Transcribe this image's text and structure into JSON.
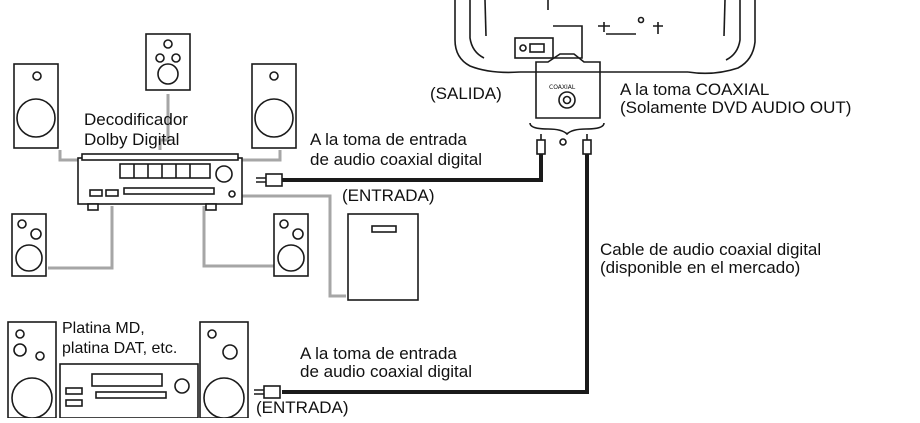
{
  "labels": {
    "salida": "(SALIDA)",
    "coaxial_port": "COAXIAL",
    "coaxial_jack_l1": "A la toma COAXIAL",
    "coaxial_jack_l2": "(Solamente DVD AUDIO OUT)",
    "decoder_l1": "Decodificador",
    "decoder_l2": "Dolby Digital",
    "input_jack_1_l1": "A la toma de entrada",
    "input_jack_1_l2": "de audio coaxial digital",
    "entrada_1": "(ENTRADA)",
    "cable_l1": "Cable de audio coaxial digital",
    "cable_l2": "(disponible en el mercado)",
    "md_l1": "Platina MD,",
    "md_l2": "platina DAT, etc.",
    "input_jack_2_l1": "A la toma de entrada",
    "input_jack_2_l2": "de audio coaxial digital",
    "entrada_2": "(ENTRADA)"
  },
  "colors": {
    "line": "#1a1a1a",
    "speaker_wire": "#a6a6a6",
    "background": "#ffffff"
  }
}
